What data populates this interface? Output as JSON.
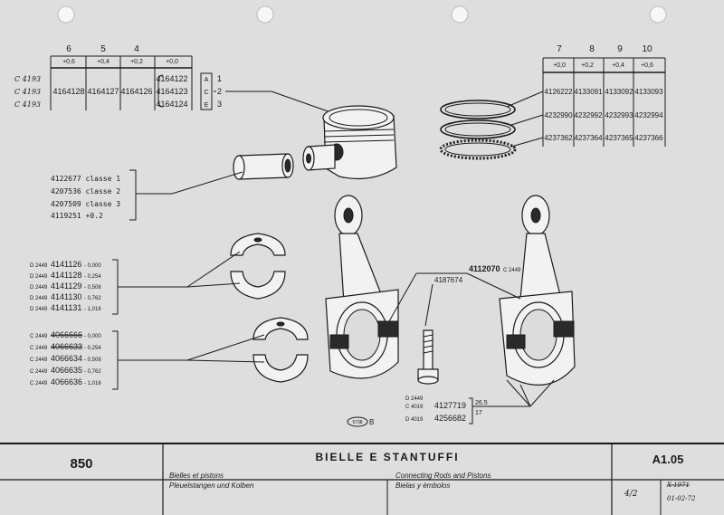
{
  "left_table": {
    "columns": [
      {
        "num": "6",
        "offset": "+0,6"
      },
      {
        "num": "5",
        "offset": "+0,4"
      },
      {
        "num": "4",
        "offset": "+0,2"
      },
      {
        "num": "",
        "offset": "+0,0"
      }
    ],
    "row_prefixes": [
      "C 4193",
      "C 4193",
      "C 4193"
    ],
    "values": [
      "4164128",
      "4164127",
      "4164126"
    ],
    "base_values": [
      "4164122",
      "4164123",
      "4164124"
    ],
    "grades": [
      "A",
      "C",
      "E"
    ],
    "classes": [
      "1",
      "2",
      "3"
    ]
  },
  "right_table": {
    "columns": [
      {
        "num": "7",
        "offset": "+0,0"
      },
      {
        "num": "8",
        "offset": "+0,2"
      },
      {
        "num": "9",
        "offset": "+0,4"
      },
      {
        "num": "10",
        "offset": "+0,6"
      }
    ],
    "rows": [
      [
        "4126222",
        "4133091",
        "4133092",
        "4133093"
      ],
      [
        "4232990",
        "4232992",
        "4232993",
        "4232994"
      ],
      [
        "4237362",
        "4237364",
        "4237365",
        "4237366"
      ]
    ]
  },
  "pin_list": [
    "4122677 classe 1",
    "4207536 classe 2",
    "4207509 classe 3",
    "4119251 +0.2"
  ],
  "bearing_list_1": [
    {
      "prefix": "D 2449",
      "part": "4141126",
      "size": "- 0,000"
    },
    {
      "prefix": "D 2449",
      "part": "4141128",
      "size": "- 0,254"
    },
    {
      "prefix": "D 2449",
      "part": "4141129",
      "size": "- 0,508"
    },
    {
      "prefix": "D 2449",
      "part": "4141130",
      "size": "- 0,762"
    },
    {
      "prefix": "D 2449",
      "part": "4141131",
      "size": "- 1,016"
    }
  ],
  "bearing_list_2": [
    {
      "prefix": "C 2449",
      "part": "4066666",
      "size": "- 0,000"
    },
    {
      "prefix": "C 2449",
      "part": "4066633",
      "size": "- 0,254"
    },
    {
      "prefix": "C 2449",
      "part": "4066634",
      "size": "- 0,508"
    },
    {
      "prefix": "C 2449",
      "part": "4066635",
      "size": "- 0,762"
    },
    {
      "prefix": "C 2449",
      "part": "4066636",
      "size": "- 1,016"
    }
  ],
  "rod": {
    "part": "4112070",
    "prefix": "C 2449",
    "nut": "4187674"
  },
  "bolts": {
    "rows": [
      {
        "prefix": "D 2449",
        "part": ""
      },
      {
        "prefix": "C 4019",
        "part": "4127719"
      },
      {
        "prefix": "D 4019",
        "part": "4256682"
      }
    ],
    "dims": [
      "26.5",
      "17"
    ]
  },
  "figure_ref": {
    "num": "5738",
    "letter": "B"
  },
  "footer": {
    "model": "850",
    "title": "BIELLE E STANTUFFI",
    "subtitle_left": [
      "Bielles et pistons",
      "Pleuelstangen und Kolben"
    ],
    "subtitle_right": [
      "Connecting Rods and Pistons",
      "Bielas y émbolos"
    ],
    "code": "A1.05",
    "page": "4/2",
    "old_date": "X-1971",
    "date": "01-02-72"
  },
  "colors": {
    "paper": "#dedede",
    "ink": "#1a1a1a",
    "hole": "#f7f7f7"
  }
}
